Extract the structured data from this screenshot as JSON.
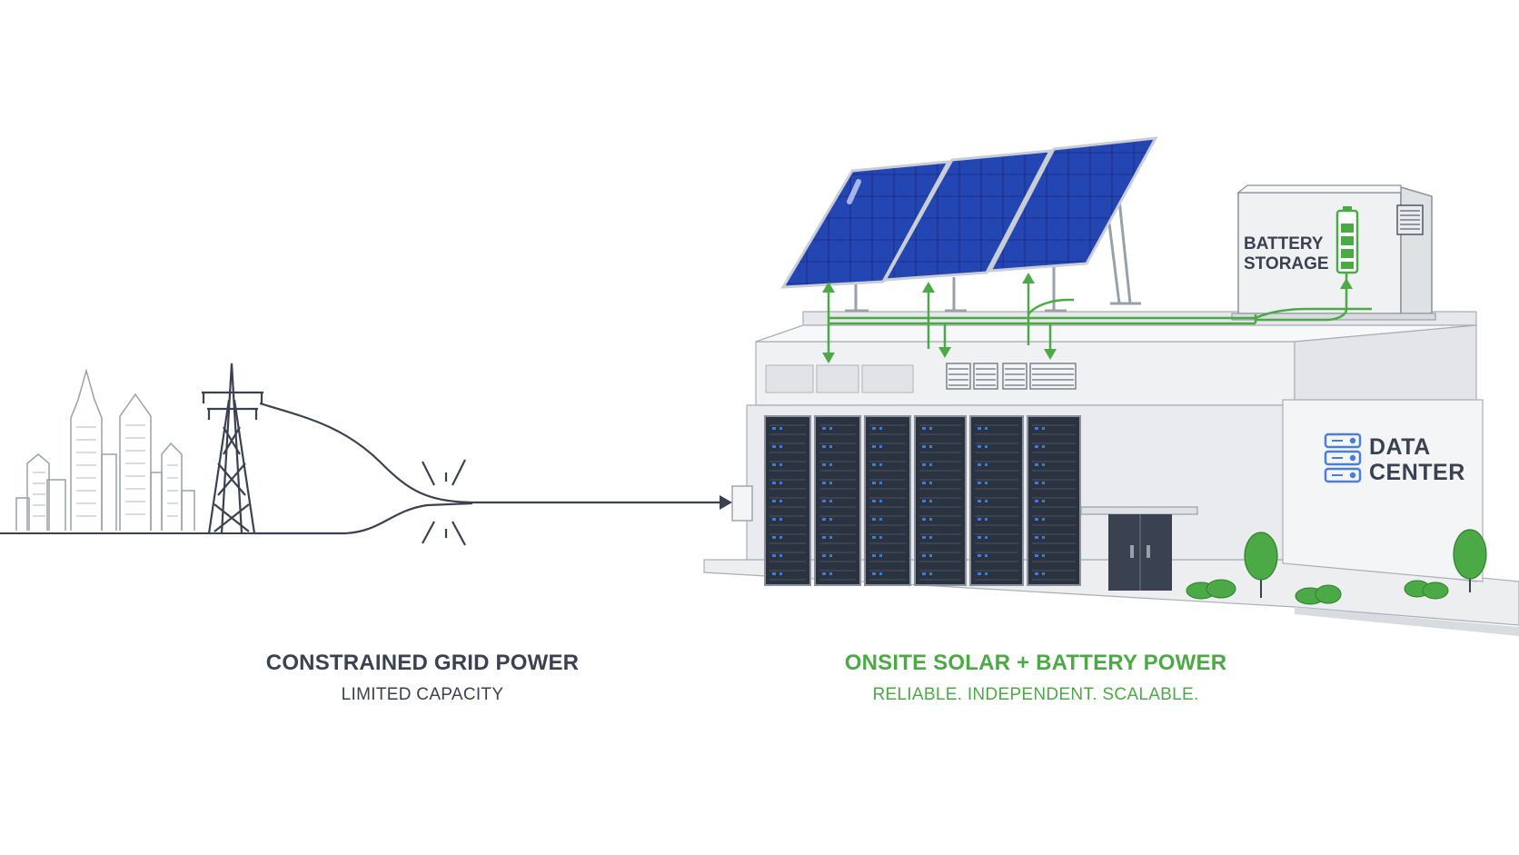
{
  "colors": {
    "accent_green": "#4caa46",
    "text_dark": "#3a4150",
    "solar_blue": "#1f3a9c",
    "rack_dark": "#2b3240",
    "server_led_blue": "#3d7bd6",
    "icon_blue": "#4a7fd8"
  },
  "grid": {
    "title": "CONSTRAINED GRID POWER",
    "subtitle": "LIMITED CAPACITY"
  },
  "onsite": {
    "title": "ONSITE SOLAR + BATTERY POWER",
    "subtitle": "RELIABLE. INDEPENDENT. SCALABLE."
  },
  "battery": {
    "line1": "BATTERY",
    "line2": "STORAGE"
  },
  "datacenter": {
    "line1": "DATA",
    "line2": "CENTER"
  },
  "icons": [
    "city-skyline-icon",
    "transmission-tower-icon",
    "break-spark-icon",
    "solar-panel-icon",
    "battery-level-icon",
    "server-stack-icon",
    "tree-icon"
  ]
}
